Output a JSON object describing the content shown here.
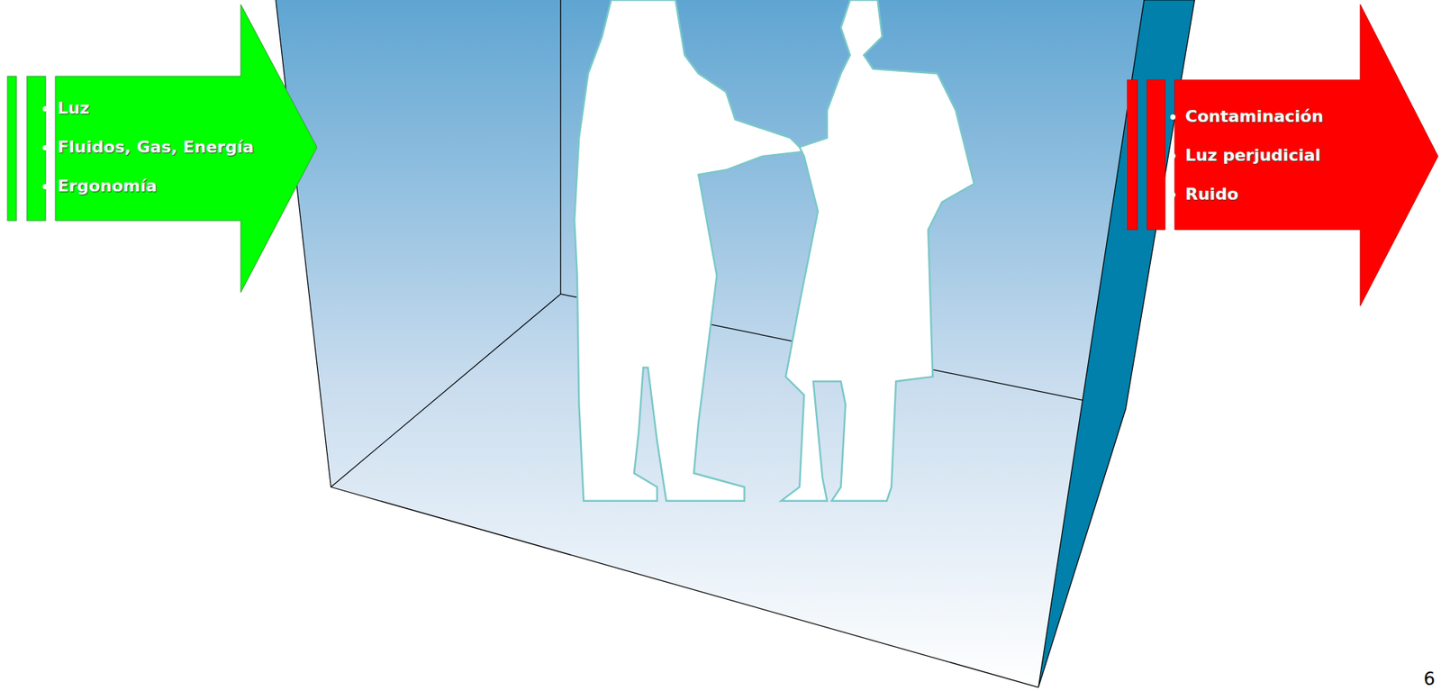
{
  "diagram": {
    "nodes": [
      {
        "text": [
          "Luz",
          "Fluidos, Gas, Energía",
          "Ergonomía"
        ]
      },
      {
        "text": [
          "Contaminación",
          "Luz perjudicial",
          "Ruido"
        ]
      }
    ],
    "labels": [
      "6"
    ]
  }
}
